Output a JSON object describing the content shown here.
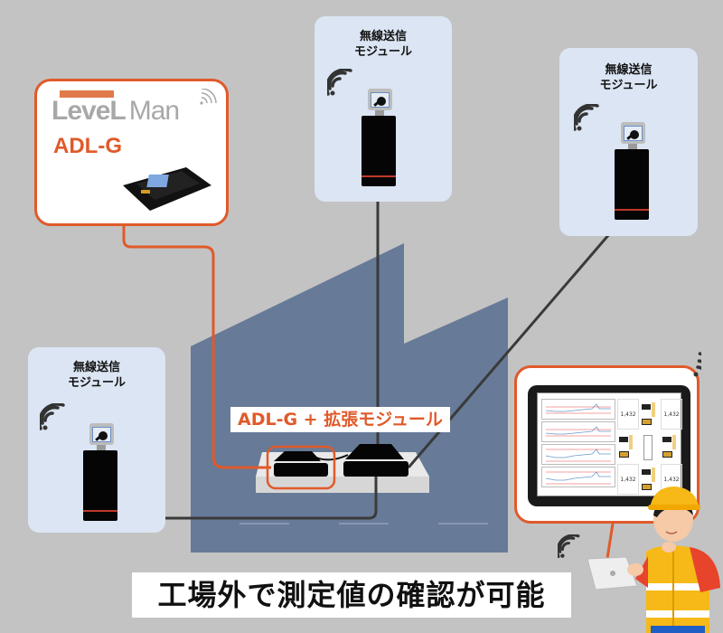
{
  "logo": {
    "brand_left": "LeveL",
    "brand_right": "Man",
    "product": "ADL-G"
  },
  "modules": [
    {
      "id": "top-center",
      "title_line1": "無線送信",
      "title_line2": "モジュール"
    },
    {
      "id": "top-right",
      "title_line1": "無線送信",
      "title_line2": "モジュール"
    },
    {
      "id": "left",
      "title_line1": "無線送信",
      "title_line2": "モジュール"
    }
  ],
  "factory": {
    "label": "ADL-G + 拡張モジュール"
  },
  "tablet": {
    "panel_values": [
      "1,432",
      "1,432",
      "1,432",
      "1,432"
    ],
    "graph_count": 4
  },
  "headline": "工場外で測定値の確認が可能",
  "colors": {
    "background": "#c3c3c3",
    "accent_orange": "#e05a2a",
    "factory_blue": "#677a98",
    "module_card": "#dbe5f3",
    "cable": "#3a3a3a"
  },
  "icons": {
    "wifi": "wifi-signal-icon",
    "sensor": "wireless-sensor-icon",
    "worker": "worker-with-hardhat-icon"
  }
}
